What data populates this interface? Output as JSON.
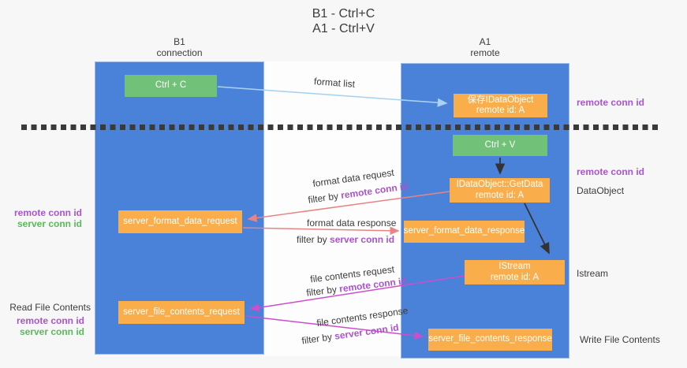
{
  "colors": {
    "column_blue": "#4a81d9",
    "box_orange": "#f9ae4b",
    "box_green": "#72c178",
    "arrow_lightblue": "#a9d2f0",
    "arrow_salmon": "#e88484",
    "arrow_magenta": "#cc4ecb",
    "arrow_black": "#333333",
    "text_purple": "#a855cc",
    "text_green": "#5cb85c",
    "text_dark": "#3c3c3c",
    "background": "#f7f7f8"
  },
  "title": {
    "line1": "B1 - Ctrl+C",
    "line2": "A1 - Ctrl+V"
  },
  "columns": {
    "b1": {
      "title": "B1",
      "subtitle": "connection"
    },
    "a1": {
      "title": "A1",
      "subtitle": "remote"
    }
  },
  "boxes": {
    "ctrl_c": {
      "label": "Ctrl + C"
    },
    "ctrl_v": {
      "label": "Ctrl + V"
    },
    "save_idataobject": {
      "line1": "保存IDataObject",
      "line2": "remote id: A"
    },
    "idataobject_getdata": {
      "line1": "IDataObject::GetData",
      "line2": "remote id: A"
    },
    "istream": {
      "line1": "IStream",
      "line2": "remote id: A"
    },
    "server_format_data_request": {
      "label": "server_format_data_request"
    },
    "server_format_data_response": {
      "label": "server_format_data_response"
    },
    "server_file_contents_request": {
      "label": "server_file_contents_request"
    },
    "server_file_contents_response": {
      "label": "server_file_contents_response"
    }
  },
  "right_labels": {
    "remote_conn_id_top": "remote conn id",
    "remote_conn_id_mid": "remote conn id",
    "dataobject": "DataObject",
    "istream": "Istream",
    "write_file_contents": "Write File Contents"
  },
  "left_labels": {
    "remote_conn_id_1": "remote conn id",
    "server_conn_id_1": "server conn id",
    "read_file_contents": "Read File Contents",
    "remote_conn_id_2": "remote conn id",
    "server_conn_id_2": "server conn id"
  },
  "arrow_labels": {
    "format_list": "format list",
    "format_data_request": "format data request",
    "format_data_response": "format data response",
    "file_contents_request": "file contents request",
    "file_contents_response": "file contents response",
    "filter_by": "filter by",
    "remote_conn_id": "remote conn id",
    "server_conn_id": "server conn id"
  }
}
